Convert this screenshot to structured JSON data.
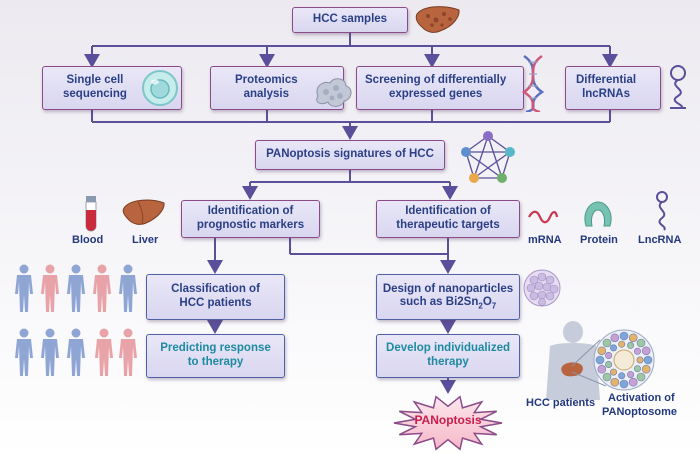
{
  "top": {
    "hcc_samples": "HCC samples"
  },
  "level2": {
    "single_cell_l1": "Single cell",
    "single_cell_l2": "sequencing",
    "proteomics_l1": "Proteomics",
    "proteomics_l2": "analysis",
    "screening_l1": "Screening of differentially",
    "screening_l2": "expressed genes",
    "lncrna_l1": "Differential",
    "lncrna_l2": "lncRNAs"
  },
  "signatures": "PANoptosis signatures of HCC",
  "prognostic": {
    "l1": "Identification of",
    "l2": "prognostic markers"
  },
  "therapeutic": {
    "l1": "Identification of",
    "l2": "therapeutic targets"
  },
  "classification": {
    "l1": "Classification of",
    "l2": "HCC patients"
  },
  "predicting": {
    "l1": "Predicting response",
    "l2": "to therapy"
  },
  "nanoparticles": {
    "l1": "Design of nanoparticles",
    "l2_pre": "such as Bi2Sn",
    "sub1": "2",
    "mid": "O",
    "sub2": "7"
  },
  "individualized": {
    "l1": "Develop individualized",
    "l2": "therapy"
  },
  "panoptosis": "PANoptosis",
  "side_labels": {
    "blood": "Blood",
    "liver": "Liver",
    "mrna": "mRNA",
    "protein": "Protein",
    "lncrna": "LncRNA",
    "hcc_patients": "HCC patients",
    "activation_l1": "Activation of",
    "activation_l2": "PANoptosome"
  },
  "colors": {
    "box_border": "#8b4a88",
    "box_text": "#2a3f86",
    "teal_text": "#1d8aa2",
    "panoptosis_text": "#c81e4b",
    "male_figure": "#8fa6d4",
    "female_figure": "#e7a3a8"
  }
}
